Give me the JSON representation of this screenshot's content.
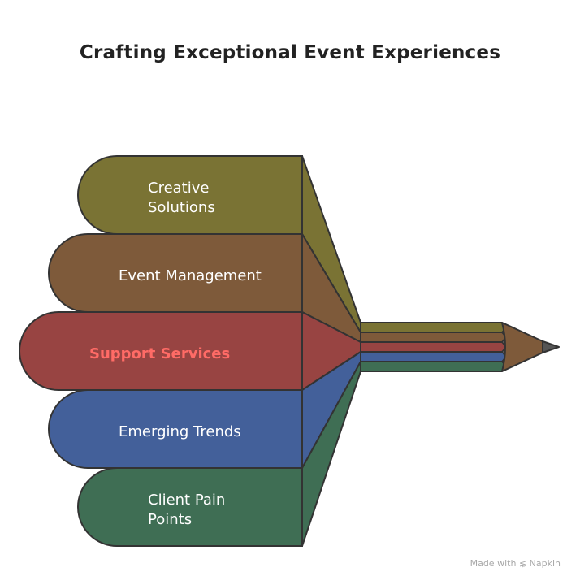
{
  "title": "Crafting Exceptional Event Experiences",
  "segments": [
    {
      "lines": [
        "Creative",
        "Solutions"
      ],
      "color": "#7a7334",
      "highlight": false
    },
    {
      "lines": [
        "Event Management"
      ],
      "color": "#7e5a3a",
      "highlight": false
    },
    {
      "lines": [
        "Support Services"
      ],
      "color": "#984442",
      "highlight": true
    },
    {
      "lines": [
        "Emerging Trends"
      ],
      "color": "#43609a",
      "highlight": false
    },
    {
      "lines": [
        "Client Pain",
        "Points"
      ],
      "color": "#3f6e54",
      "highlight": false
    }
  ],
  "pencil": {
    "tip_color": "#7e5a3a",
    "lead_color": "#555555"
  },
  "footer": {
    "text": "Made with",
    "brand": "Napkin"
  }
}
